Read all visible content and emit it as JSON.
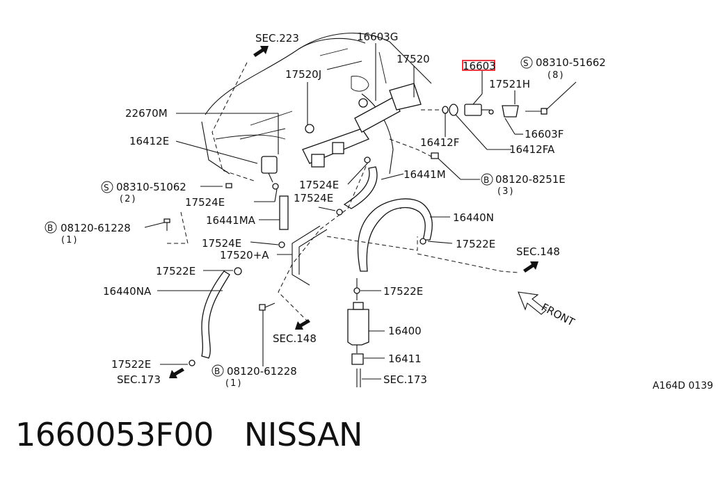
{
  "diagram": {
    "ref_code": "A164D 0139",
    "labels": {
      "sec223": "SEC.223",
      "p16603G": "16603G",
      "p17520": "17520",
      "p16603": "16603",
      "s08310_51662": "08310-51662",
      "s08310_51662_qty": "(8)",
      "p17520J": "17520J",
      "p17521H": "17521H",
      "p22670M": "22670M",
      "p16603F": "16603F",
      "p16412E": "16412E",
      "p16412F": "16412F",
      "p16412FA": "16412FA",
      "b08120_8251E": "08120-8251E",
      "b08120_8251E_qty": "(3)",
      "p16441M": "16441M",
      "p17524E_a": "17524E",
      "s08310_51062": "08310-51062",
      "s08310_51062_qty": "(2)",
      "p17524E_b": "17524E",
      "p17524E_c": "17524E",
      "b08120_61228_a": "08120-61228",
      "b08120_61228_a_qty": "(1)",
      "p16441MA": "16441MA",
      "p16440N": "16440N",
      "p17524E_d": "17524E",
      "p17522E_a": "17522E",
      "p17520A": "17520+A",
      "sec148_a": "SEC.148",
      "p17522E_b": "17522E",
      "p16440NA": "16440NA",
      "p17522E_c": "17522E",
      "front": "FRONT",
      "p16400": "16400",
      "sec148_b": "SEC.148",
      "p17522E_d": "17522E",
      "p16411": "16411",
      "sec173_a": "SEC.173",
      "b08120_61228_b": "08120-61228",
      "b08120_61228_b_qty": "(1)",
      "sec173_b": "SEC.173"
    },
    "symbols": {
      "s": "S",
      "b": "B"
    },
    "highlight_color": "#e8212b"
  },
  "footer": {
    "part_number": "1660053F00",
    "brand": "NISSAN"
  }
}
